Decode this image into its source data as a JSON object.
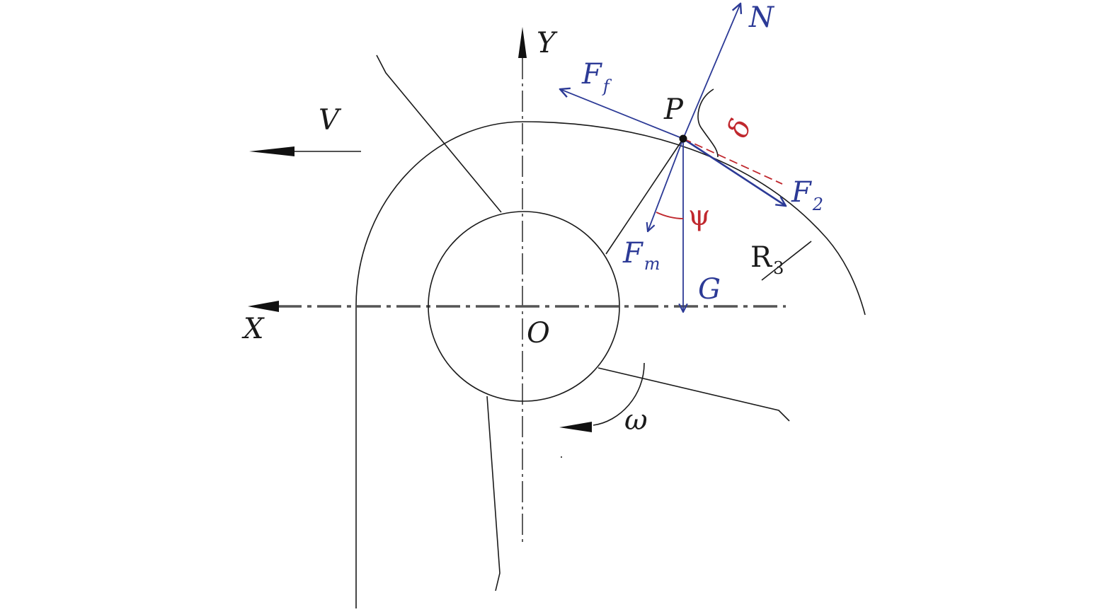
{
  "labels": {
    "x_axis": "X",
    "y_axis": "Y",
    "origin": "O",
    "point": "P",
    "velocity": "V",
    "normal": "N",
    "friction_main": "F",
    "friction_sub": "f",
    "tangential_main": "F",
    "tangential_sub": "2",
    "magnetic_main": "F",
    "magnetic_sub": "m",
    "gravity": "G",
    "radius_main": "R",
    "radius_sub": "3",
    "angle_psi": "ψ",
    "angle_delta": "δ",
    "angular_velocity": "ω"
  },
  "colors": {
    "ink": "#1a1a1a",
    "vector": "#2c3a96",
    "angle": "#c0282e"
  }
}
